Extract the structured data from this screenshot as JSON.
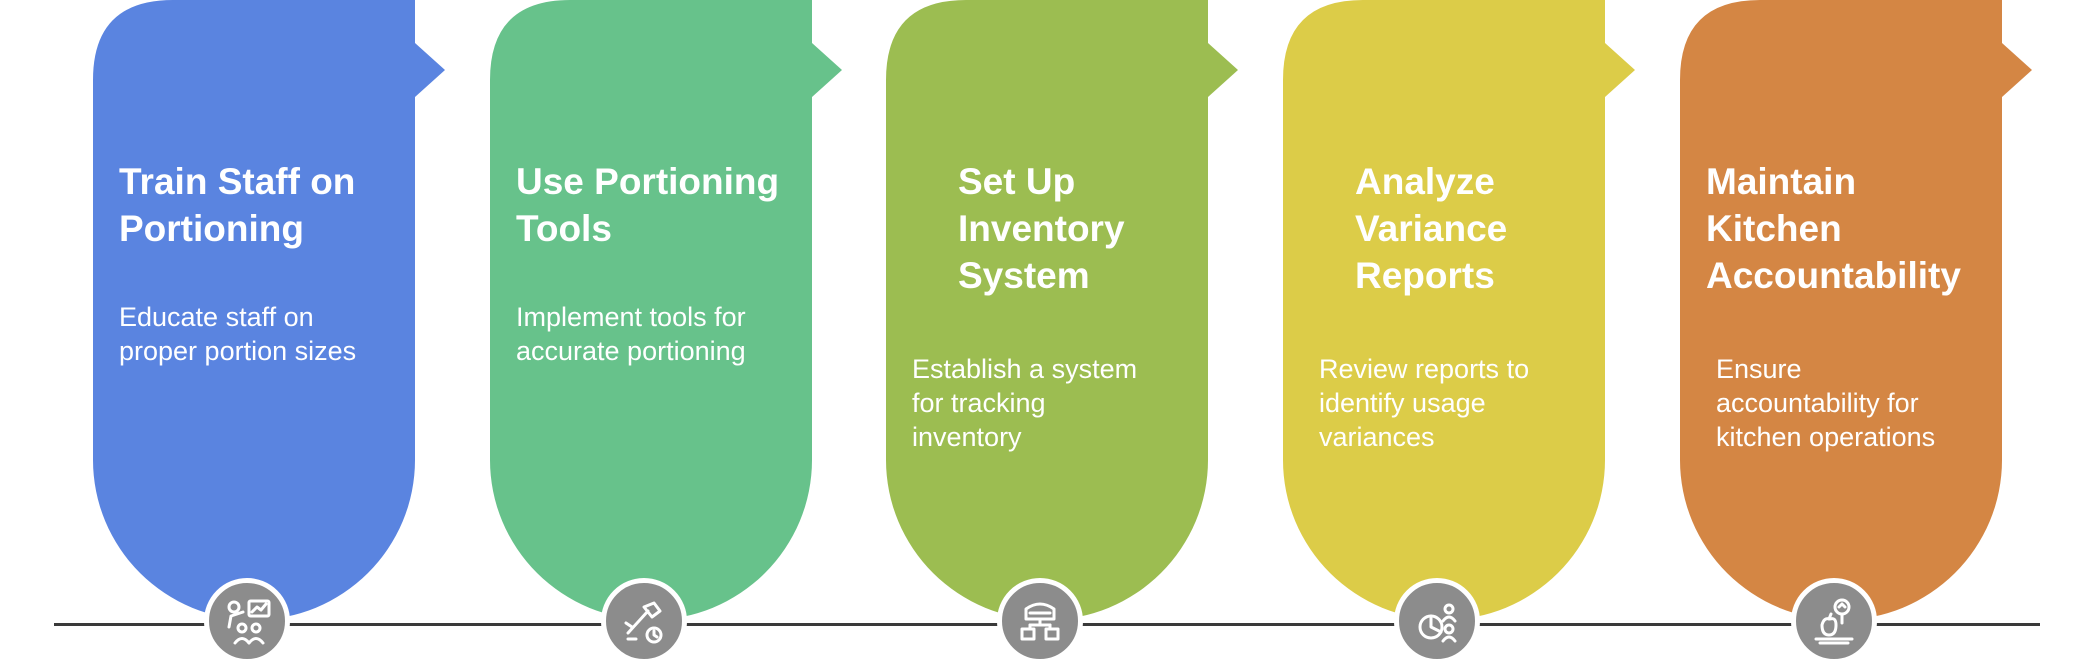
{
  "steps": [
    {
      "title": "Train Staff on\nPortioning",
      "description": "Educate staff on\nproper portion sizes",
      "icon": "training-icon",
      "color": "#5a84e0"
    },
    {
      "title": "Use Portioning\nTools",
      "description": "Implement tools for\naccurate portioning",
      "icon": "portioning-tools-icon",
      "color": "#67c28b"
    },
    {
      "title": "Set Up\nInventory\nSystem",
      "description": "Establish a system\nfor tracking\ninventory",
      "icon": "inventory-system-icon",
      "color": "#9cbd51"
    },
    {
      "title": "Analyze\nVariance\nReports",
      "description": "Review reports to\nidentify usage\nvariances",
      "icon": "variance-report-icon",
      "color": "#dccc48"
    },
    {
      "title": "Maintain\nKitchen\nAccountability",
      "description": "Ensure\naccountability for\nkitchen operations",
      "icon": "kitchen-accountability-icon",
      "color": "#d48644"
    }
  ]
}
